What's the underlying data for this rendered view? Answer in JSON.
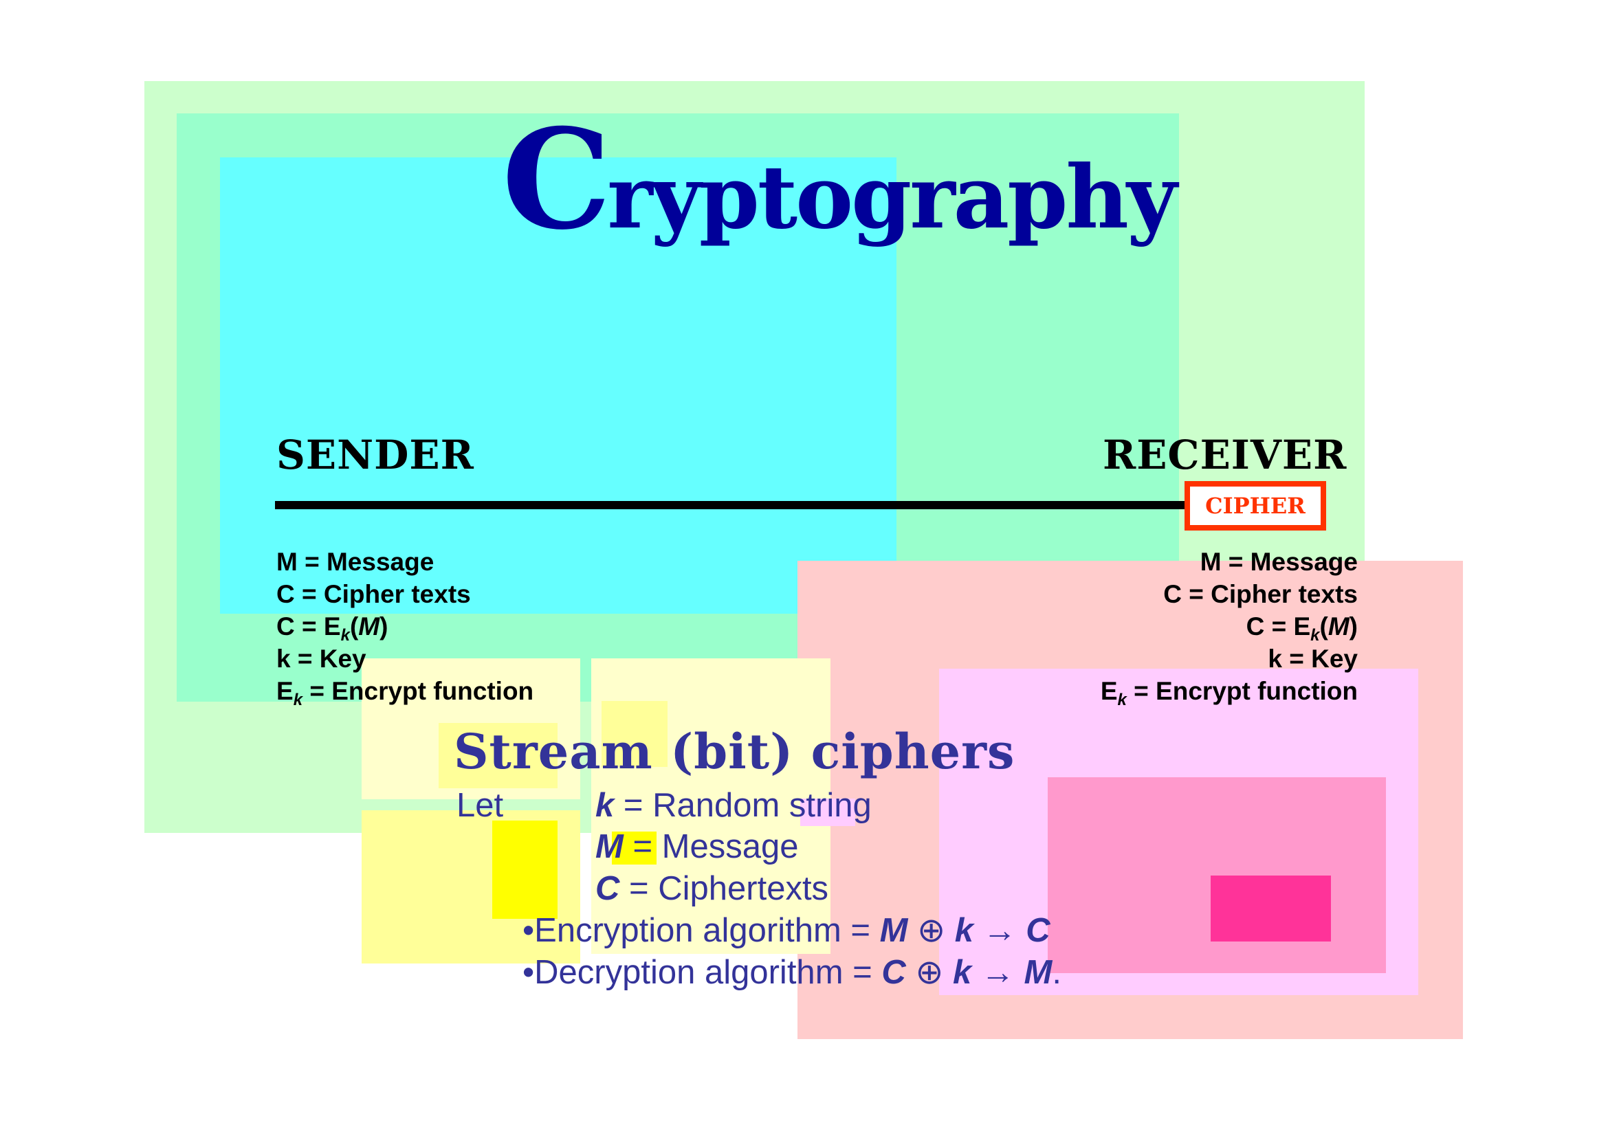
{
  "slide": {
    "title_initial": "C",
    "title_rest": "ryptography",
    "sender": "SENDER",
    "receiver": "RECEIVER",
    "cipher_label": "CIPHER",
    "definitions": {
      "m": "M = Message",
      "c": "C = Cipher texts",
      "c_eq": "C = E",
      "c_sub": "k",
      "c_open": "(",
      "c_arg": "M",
      "c_close": ")",
      "k": "k = Key",
      "e": "E",
      "e_sub": "k",
      "e_rest": " = Encrypt function"
    },
    "stream": {
      "title": "Stream (bit) ciphers",
      "let": "Let",
      "k_var": "k",
      "k_rest": " = Random string",
      "m_var": "M",
      "m_rest": " = Message",
      "c_var": "C",
      "c_rest": " = Ciphertexts",
      "enc_prefix": "•Encryption algorithm = ",
      "enc_m": "M",
      "xor": " ⊕ ",
      "enc_k": "k",
      "arrow": " → ",
      "enc_c": "C",
      "dec_prefix": "•Decryption algorithm = ",
      "dec_c": "C",
      "dec_k": "k",
      "dec_m": "M",
      "dec_end": "."
    }
  }
}
